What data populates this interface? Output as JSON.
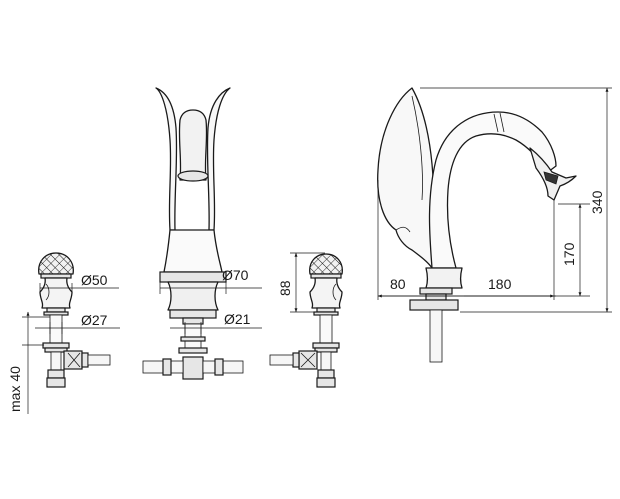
{
  "drawing": {
    "items": [
      "left-handle-valve",
      "spout-front-view",
      "right-handle-valve",
      "swan-spout-side-view"
    ]
  },
  "labels": {
    "dia_50": "Ø50",
    "dia_27": "Ø27",
    "max_40": "max 40",
    "dia_70": "Ø70",
    "dia_21": "Ø21",
    "dim_88": "88",
    "dim_80": "80",
    "dim_180": "180",
    "dim_170": "170",
    "dim_340": "340"
  },
  "colors": {
    "line": "#1a1a1a",
    "fill_grey": "#e6e6e6",
    "background": "#ffffff"
  }
}
